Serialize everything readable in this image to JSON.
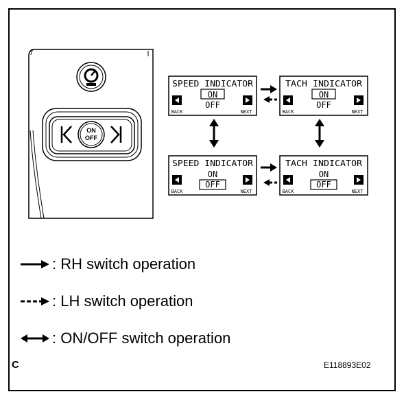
{
  "figure": {
    "corner_letter": "C",
    "figure_id": "E118893E02"
  },
  "switch_panel": {
    "center_button_top": "ON",
    "center_button_bottom": "OFF"
  },
  "screens": {
    "speed_indicator_on": {
      "title": "SPEED INDICATOR",
      "on_text": "ON",
      "off_text": "OFF",
      "selected": "ON",
      "back_label": "BACK",
      "next_label": "NEXT"
    },
    "tach_indicator_on": {
      "title": "TACH INDICATOR",
      "on_text": "ON",
      "off_text": "OFF",
      "selected": "ON",
      "back_label": "BACK",
      "next_label": "NEXT"
    },
    "speed_indicator_off": {
      "title": "SPEED INDICATOR",
      "on_text": "ON",
      "off_text": "OFF",
      "selected": "OFF",
      "back_label": "BACK",
      "next_label": "NEXT"
    },
    "tach_indicator_off": {
      "title": "TACH INDICATOR",
      "on_text": "ON",
      "off_text": "OFF",
      "selected": "OFF",
      "back_label": "BACK",
      "next_label": "NEXT"
    }
  },
  "legend": {
    "rh": ": RH switch operation",
    "lh": ": LH switch operation",
    "onoff": ": ON/OFF switch operation"
  }
}
